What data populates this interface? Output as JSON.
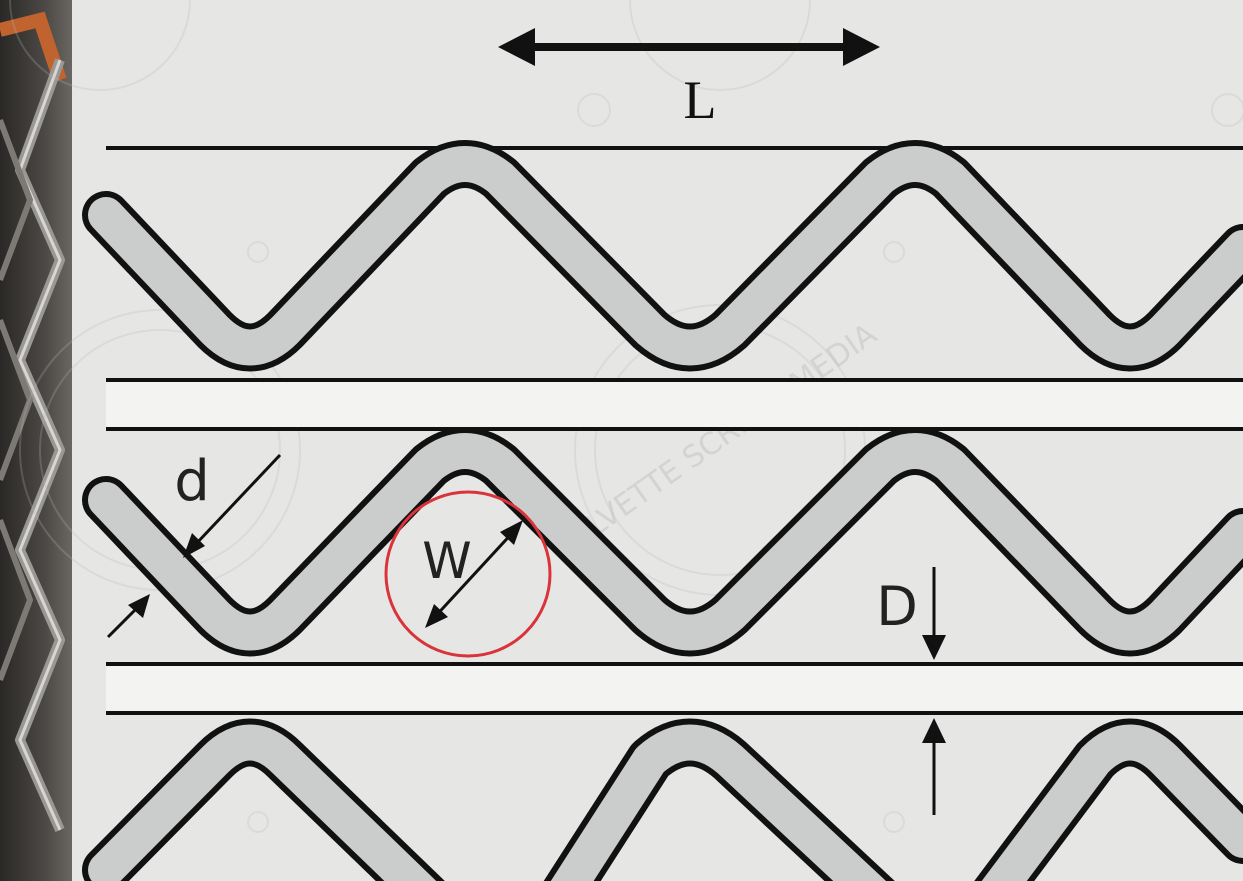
{
  "labels": {
    "period": "L",
    "fin_spacing": "d",
    "fin_width": "W",
    "plate_gap": "D"
  },
  "watermark": {
    "text": "CALVETTE SCREEN MEDIA"
  },
  "colors": {
    "background": "#e6e7e5",
    "fin_fill": "#c9cbca",
    "stroke": "#111111",
    "highlight_circle": "#d9343a",
    "plate_fill": "#f3f3f2"
  }
}
